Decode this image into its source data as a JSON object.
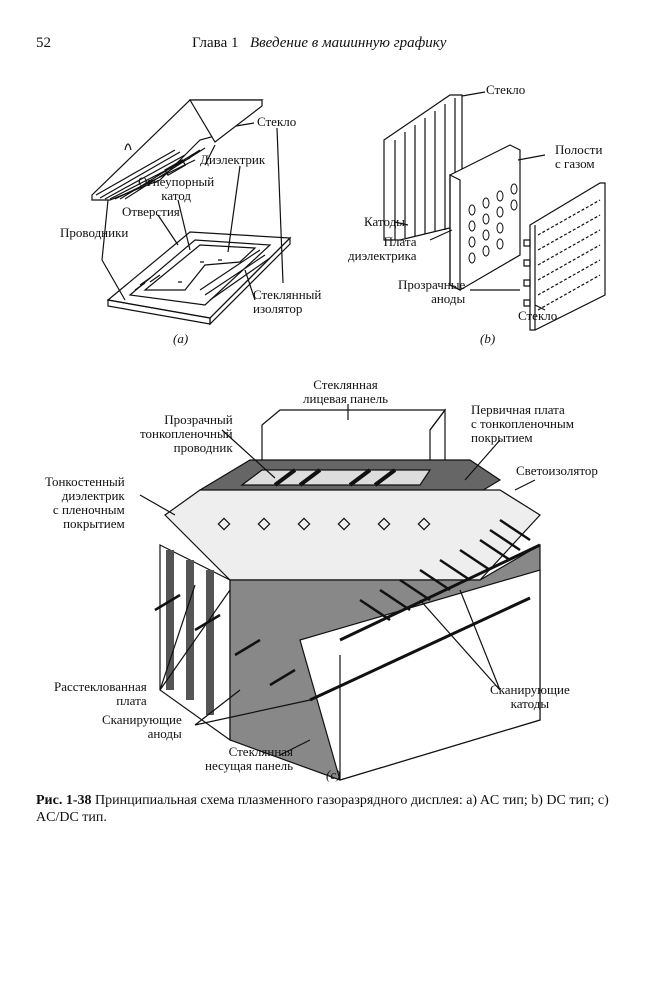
{
  "header": {
    "page_number": "52",
    "chapter": "Глава 1",
    "chapter_title": "Введение в машинную графику"
  },
  "figure_a": {
    "labels": {
      "glass": "Стекло",
      "dielectric": "Диэлектрик",
      "refractory_cathode": "Огнеупорный\nкатод",
      "holes": "Отверстия",
      "conductors": "Проводники",
      "glass_insulator": "Стеклянный\nизолятор"
    },
    "sublabel": "(a)"
  },
  "figure_b": {
    "labels": {
      "glass_top": "Стекло",
      "gas_cavities": "Полости\nс газом",
      "cathodes": "Катоды",
      "dielectric_plate": "Плата\nдиэлектрика",
      "transparent_anodes": "Прозрачные\nаноды",
      "glass_bottom": "Стекло"
    },
    "sublabel": "(b)"
  },
  "figure_c": {
    "labels": {
      "face_panel": "Стеклянная\nлицевая панель",
      "transparent_conductor": "Прозрачный\nтонкопленочный\nпроводник",
      "primary_plate": "Первичная плата\nс тонкопленочным\nпокрытием",
      "light_isolator": "Светоизолятор",
      "thin_dielectric": "Тонкостенный\nдиэлектрик\nс пленочным\nпокрытием",
      "devitrified_plate": "Расстеклованная\nплата",
      "scanning_anodes": "Сканирующие\nаноды",
      "support_panel": "Стеклянная\nнесущая панель",
      "scanning_cathodes": "Сканирующие\nкатоды"
    },
    "sublabel": "(c)"
  },
  "caption": {
    "prefix": "Рис. 1-38",
    "text": " Принципиальная схема плазменного газоразрядного дисплея: a) AC тип; b) DC тип; c) AC/DC тип."
  }
}
